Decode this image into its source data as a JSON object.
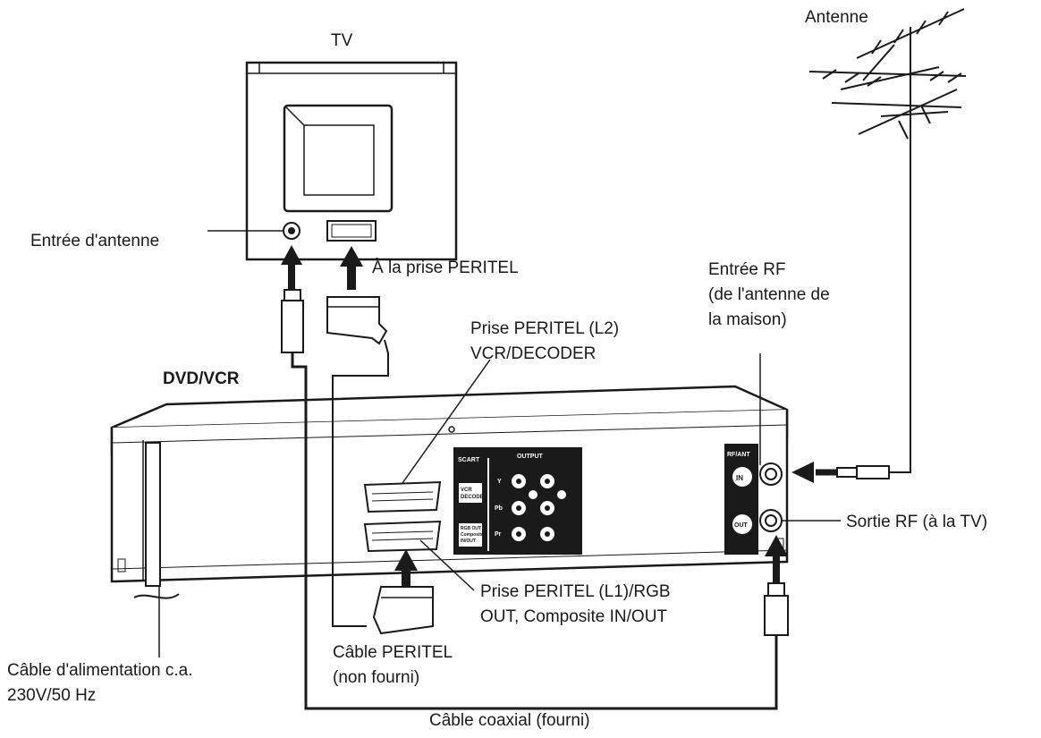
{
  "labels": {
    "tv": "TV",
    "antenna": "Antenne",
    "tv_antenna_input": "Entrée d'antenne",
    "to_scart_jack": "À la prise PERITEL",
    "rf_input_line1": "Entrée RF",
    "rf_input_line2": "(de l'antenne de",
    "rf_input_line3": "la maison)",
    "scart_l2_line1": "Prise PERITEL (L2)",
    "scart_l2_line2": "VCR/DECODER",
    "device": "DVD/VCR",
    "rf_output": "Sortie RF (à la TV)",
    "scart_l1_line1": "Prise PERITEL (L1)/RGB",
    "scart_l1_line2": "OUT, Composite IN/OUT",
    "scart_cable_line1": "Câble PERITEL",
    "scart_cable_line2": "(non fourni)",
    "power_cable_line1": "Câble d'alimentation c.a.",
    "power_cable_line2": "230V/50 Hz",
    "coax_cable": "Câble coaxial (fourni)"
  },
  "panel": {
    "scart_title": "SCART",
    "output_title": "OUTPUT",
    "vcr_decoder_line1": "VCR",
    "vcr_decoder_line2": "DECODER",
    "rgb_out_line1": "RGB OUT",
    "rgb_out_line2": "Composite",
    "rgb_out_line3": "IN/OUT",
    "y": "Y",
    "pb": "Pb",
    "pr": "Pr",
    "rf_ant": "RF/ANT",
    "in": "IN",
    "out": "OUT"
  }
}
